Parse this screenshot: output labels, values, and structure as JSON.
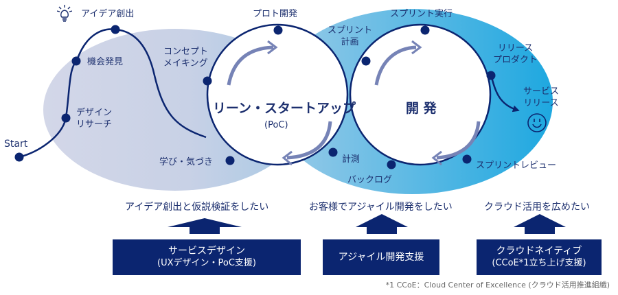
{
  "colors": {
    "navy": "#0b2570",
    "text": "#1c2f6e",
    "arrow_light": "#7683b6",
    "left_oval_start": "#cdd3e6",
    "left_oval_end": "#a9c8e3",
    "right_oval_start": "#8cc3e6",
    "right_oval_end": "#21a9e0"
  },
  "journey": {
    "start": "Start",
    "design_research": [
      "デザイン",
      "リサーチ"
    ],
    "opportunity": "機会発見",
    "idea": "アイデア創出",
    "concept": [
      "コンセプト",
      "メイキング"
    ],
    "learning": "学び・気づき",
    "idea_icon": "lightbulb-icon"
  },
  "lean_cycle": {
    "title": "リーン・スタートアップ",
    "subtitle": "(PoC)",
    "proto": "プロト開発",
    "measure": "計測"
  },
  "dev_cycle": {
    "title": "開 発",
    "sprint_plan": [
      "スプリント",
      "計画"
    ],
    "sprint_exec": "スプリント実行",
    "release_product": [
      "リリース",
      "プロダクト"
    ],
    "sprint_review": "スプリントレビュー",
    "backlog": "バックログ"
  },
  "service_release": {
    "label": [
      "サービス",
      "リリース"
    ],
    "icon": "smiley-icon"
  },
  "needs": [
    {
      "label": "アイデア創出と仮説検証をしたい"
    },
    {
      "label": "お客様でアジャイル開発をしたい"
    },
    {
      "label": "クラウド活用を広めたい"
    }
  ],
  "services": [
    {
      "line1": "サービスデザイン",
      "line2": "(UXデザイン・PoC支援)"
    },
    {
      "line1": "アジャイル開発支援",
      "line2": ""
    },
    {
      "line1": "クラウドネイティブ",
      "line2": "(CCoE*1立ち上げ支援)"
    }
  ],
  "footnote": "*1  CCoE：Cloud Center of Excellence (クラウド活用推進組織)"
}
